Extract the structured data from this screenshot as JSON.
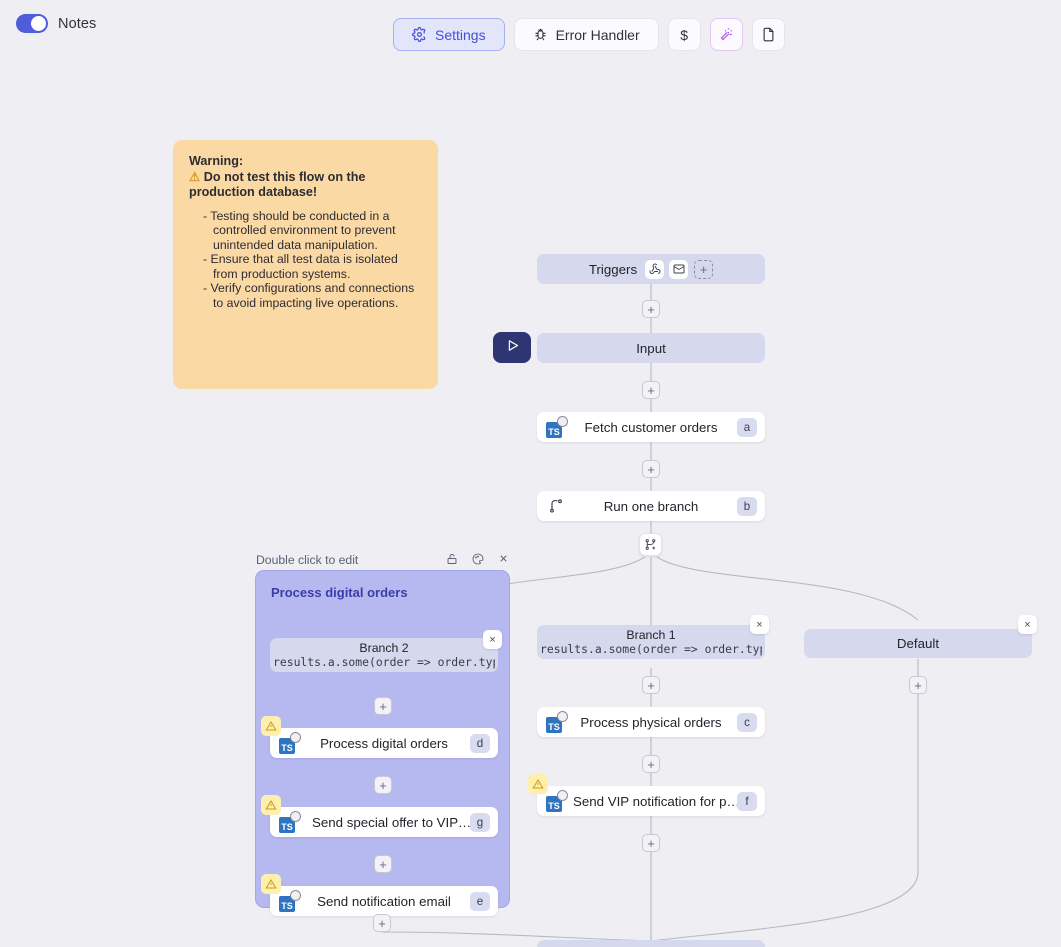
{
  "topbar": {
    "notes_label": "Notes",
    "notes_toggle_on": "on",
    "buttons": [
      {
        "label": "Settings",
        "icon": "gear-icon",
        "active": true
      },
      {
        "label": "Error Handler",
        "icon": "bug-icon",
        "active": false
      }
    ],
    "icon_buttons": [
      {
        "icon": "dollar-icon",
        "label": "$"
      },
      {
        "icon": "magic-wand-icon",
        "label": ""
      },
      {
        "icon": "file-icon",
        "label": ""
      }
    ]
  },
  "note": {
    "title": "Warning:",
    "headline": "Do not test this flow on the production database!",
    "warning_emoji": "⚠",
    "bullets": [
      "Testing should be conducted in a controlled environment to prevent unintended data manipulation.",
      "Ensure that all test data is isolated from production systems.",
      "Verify configurations and connections to avoid impacting live operations."
    ],
    "color": "#fbd9a5"
  },
  "flow": {
    "triggers": {
      "label": "Triggers",
      "icons": [
        "webhook-icon",
        "envelope-icon"
      ],
      "add_label": "+"
    },
    "input": {
      "label": "Input"
    },
    "run_button": {
      "icon": "play-icon"
    },
    "nodes": [
      {
        "label": "Fetch customer orders",
        "badge": "a",
        "icon": "typescript-icon",
        "warning": false
      },
      {
        "label": "Run one branch",
        "badge": "b",
        "icon": "branch-icon",
        "warning": false
      },
      {
        "label": "Process physical orders",
        "badge": "c",
        "icon": "typescript-icon",
        "warning": false
      },
      {
        "label": "Send VIP notification for physical...",
        "badge": "f",
        "icon": "typescript-icon",
        "warning": true
      }
    ],
    "branches": [
      {
        "title": "Branch 2",
        "expression": "results.a.some(order => order.type"
      },
      {
        "title": "Branch 1",
        "expression": "results.a.some(order => order.type"
      },
      {
        "title": "Default",
        "expression": ""
      }
    ],
    "plus_label": "+",
    "close_label": "×",
    "ts_label": "TS"
  },
  "group": {
    "hint": "Double click to edit",
    "title": "Process digital orders",
    "header_icons": [
      "lock-icon",
      "palette-icon",
      "close-icon"
    ],
    "nodes": [
      {
        "label": "Process digital orders",
        "badge": "d",
        "icon": "typescript-icon",
        "warning": true
      },
      {
        "label": "Send special offer to VIP digital c...",
        "badge": "g",
        "icon": "typescript-icon",
        "warning": true
      },
      {
        "label": "Send notification email",
        "badge": "e",
        "icon": "typescript-icon",
        "warning": true
      }
    ]
  },
  "colors": {
    "canvas_bg": "#eeeef3",
    "node_lavender": "#d6d8ee",
    "group_fill": "#b6b9f0",
    "accent_indigo": "#4450d6",
    "warning_amber": "#fbd9a5",
    "run_navy": "#2e3572"
  }
}
